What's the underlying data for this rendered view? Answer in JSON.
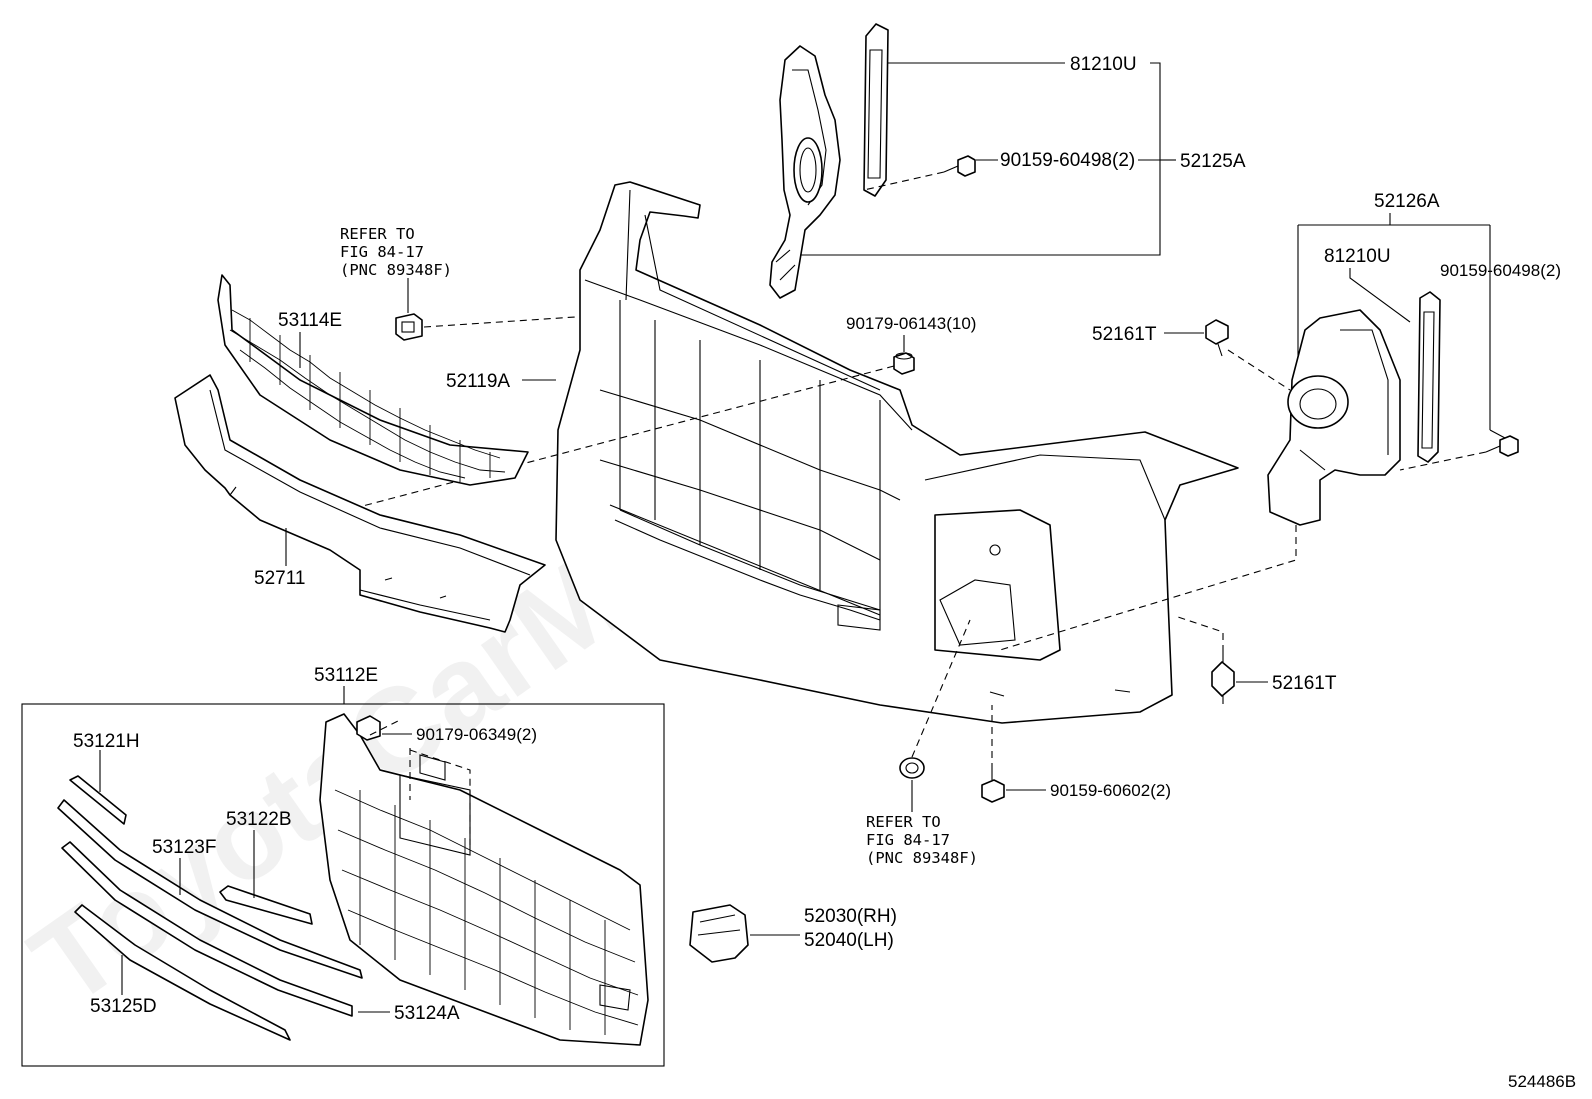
{
  "watermark": "ToyotaCarMine.ru",
  "diagram_id": "524486B",
  "labels": {
    "l81210U_a": "81210U",
    "l90159_60498_a": "90159-60498(2)",
    "l52125A": "52125A",
    "l52126A": "52126A",
    "l81210U_b": "81210U",
    "l90159_60498_b": "90159-60498(2)",
    "l52161T_a": "52161T",
    "l52161T_b": "52161T",
    "l90179_06143": "90179-06143(10)",
    "l53114E": "53114E",
    "l52119A": "52119A",
    "l52711": "52711",
    "l53112E": "53112E",
    "l53121H": "53121H",
    "l53122B": "53122B",
    "l53123F": "53123F",
    "l53125D": "53125D",
    "l53124A": "53124A",
    "l90179_06349": "90179-06349(2)",
    "l52030": "52030(RH)",
    "l52040": "52040(LH)",
    "l90159_60602": "90159-60602(2)"
  },
  "refer_top": {
    "line1": "REFER TO",
    "line2": "FIG 84-17",
    "line3": "(PNC 89348F)"
  },
  "refer_bottom": {
    "line1": "REFER TO",
    "line2": "FIG 84-17",
    "line3": "(PNC 89348F)"
  }
}
